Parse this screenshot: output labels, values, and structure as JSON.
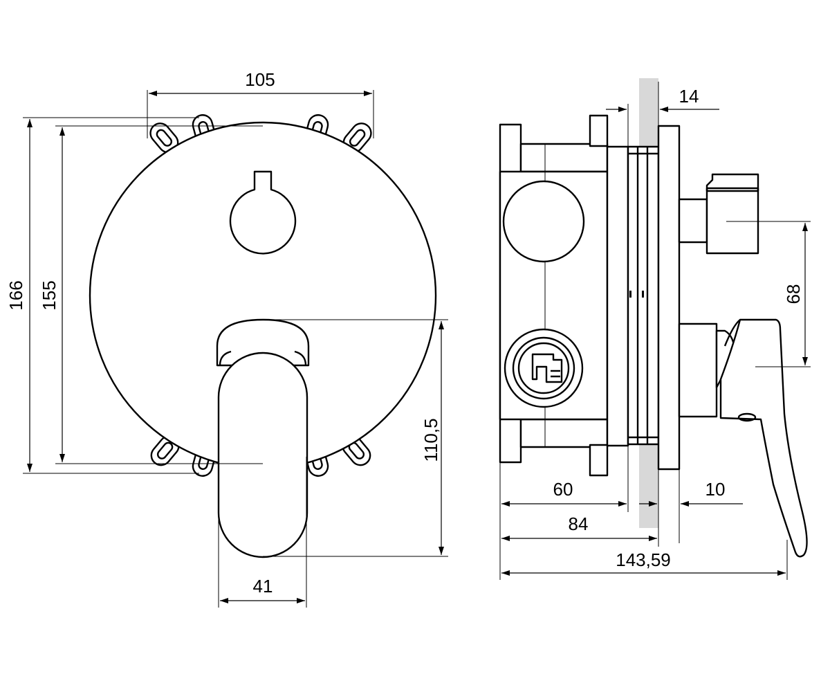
{
  "front_view": {
    "dimensions": {
      "plate_height": "166",
      "plate_inner_height": "155",
      "plate_width": "105",
      "lever_height": "110,5",
      "lever_width": "41"
    }
  },
  "side_view": {
    "dimensions": {
      "wall_gap": "14",
      "lever_offset": "68",
      "box_depth": "60",
      "to_wall": "84",
      "plate_to_lever": "10",
      "total_depth": "143,59"
    }
  }
}
